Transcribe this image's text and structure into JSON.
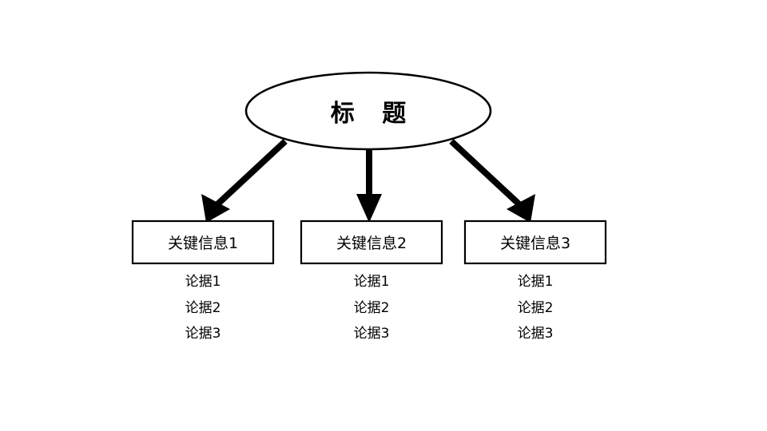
{
  "diagram": {
    "type": "hierarchy-tree",
    "background_color": "#ffffff",
    "stroke_color": "#000000",
    "title_node": {
      "shape": "ellipse",
      "label": "标 题"
    },
    "branches": [
      {
        "key_label": "关键信息1",
        "arrow": "diagonal-down-left",
        "evidence": [
          "论据1",
          "论据2",
          "论据3"
        ]
      },
      {
        "key_label": "关键信息2",
        "arrow": "straight-down",
        "evidence": [
          "论据1",
          "论据2",
          "论据3"
        ]
      },
      {
        "key_label": "关键信息3",
        "arrow": "diagonal-down-right",
        "evidence": [
          "论据1",
          "论据2",
          "论据3"
        ]
      }
    ]
  }
}
